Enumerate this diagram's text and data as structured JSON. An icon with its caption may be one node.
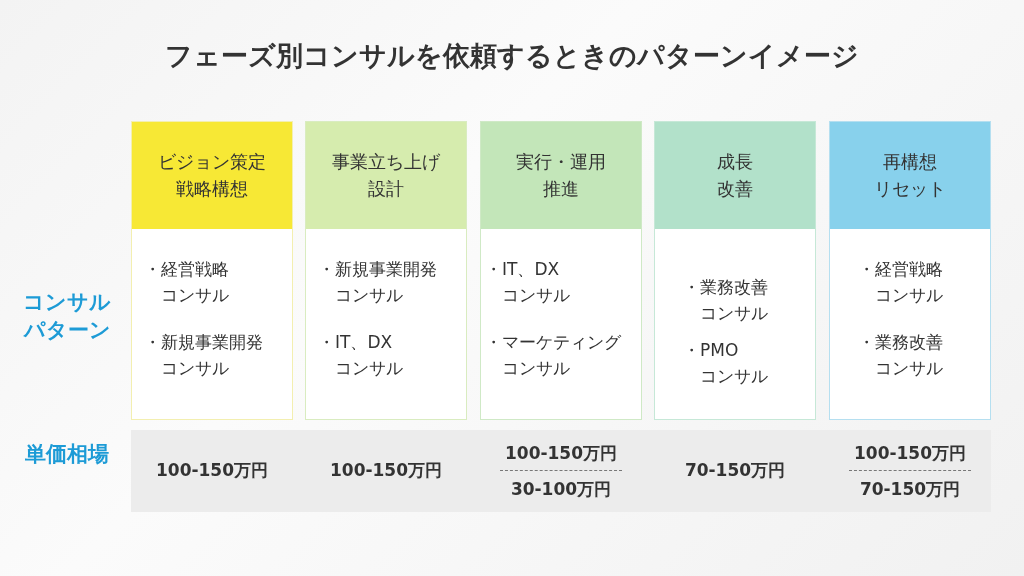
{
  "diagram": {
    "title": "フェーズ別コンサルを依頼するときのパターンイメージ",
    "nodes": [
      {
        "text": [
          "ビジョン策定戦略構想",
          "・経営戦略コンサル",
          "・新規事業開発コンサル"
        ]
      },
      {
        "text": [
          "事業立ち上げ設計",
          "・新規事業開発コンサル",
          "・IT、DXコンサル"
        ]
      },
      {
        "text": [
          "実行・運用推進",
          "・IT、DXコンサル",
          "・マーケティングコンサル"
        ]
      },
      {
        "text": [
          "成長改善",
          "・業務改善コンサル",
          "・PMOコンサル"
        ]
      },
      {
        "text": [
          "再構想リセット",
          "・経営戦略コンサル",
          "・業務改善コンサル"
        ]
      }
    ],
    "labels": [
      "コンサルパターン",
      "単価相場",
      "100-150万円",
      "100-150万円",
      "100-150万円",
      "30-100万円",
      "70-150万円",
      "100-150万円",
      "70-150万円"
    ]
  }
}
